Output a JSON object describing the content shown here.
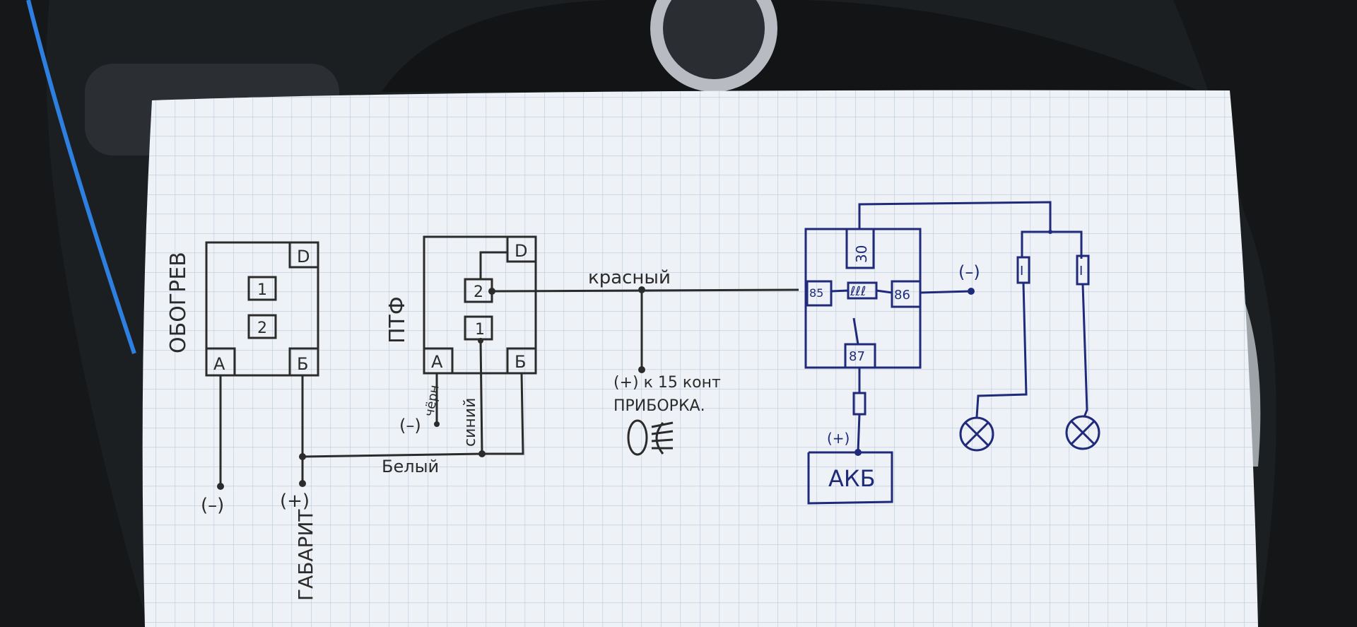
{
  "colors": {
    "pencil_ink": "#2b2b2b",
    "blue_ink": "#1f2a7a",
    "paper": "#eef2f6",
    "grid": "#b9c8da",
    "background": "#1c1f22",
    "cable": "#2d7fe0"
  },
  "diagram": {
    "heater_module": {
      "title": "ОБОГРЕВ",
      "pin_d": "D",
      "pin_1": "1",
      "pin_2": "2",
      "pin_a": "А",
      "pin_b": "Б",
      "ground": "(–)",
      "plus": "(+)",
      "plus_label": "ГАБАРИТ"
    },
    "fog_module": {
      "title": "ПТФ",
      "pin_d": "D",
      "pin_2": "2",
      "pin_1": "1",
      "pin_a": "А",
      "pin_b": "Б",
      "ground": "(–)",
      "wire_black": "чёрн",
      "wire_blue": "синий"
    },
    "wire_white": "Белый",
    "wire_red": "красный",
    "ignition": {
      "line1": "(+) к 15 конт",
      "line2": "ПРИБОРКА."
    },
    "relay": {
      "pin_30": "30",
      "pin_85": "85",
      "pin_86": "86",
      "pin_87": "87",
      "coil": "ℓℓℓ"
    },
    "relay_ground": "(–)",
    "battery": {
      "plus": "(+)",
      "label": "АКБ"
    },
    "fuses": [
      "I",
      "I"
    ]
  }
}
